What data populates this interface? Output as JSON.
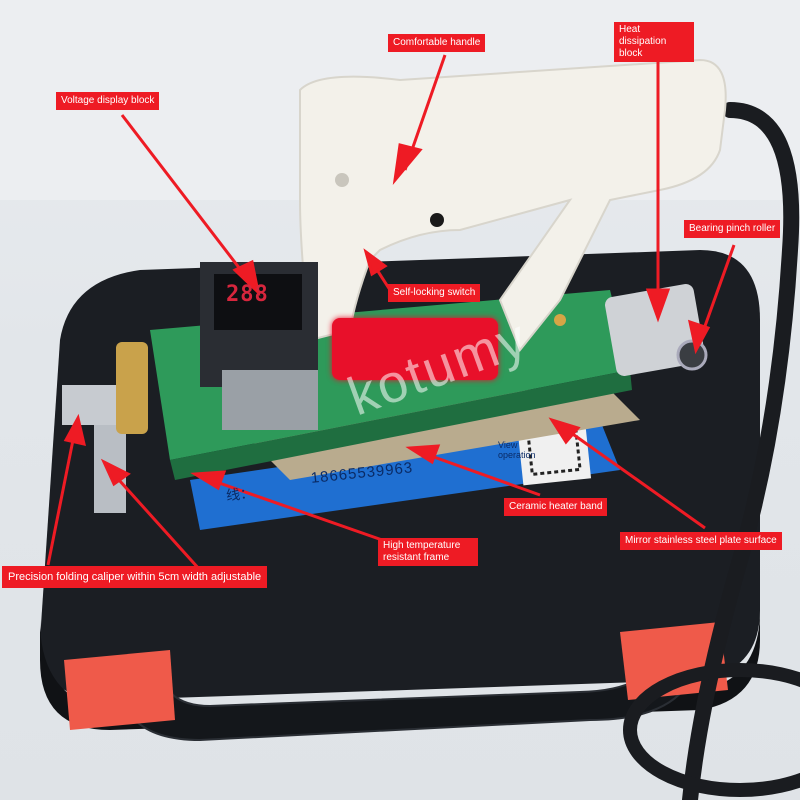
{
  "labels": {
    "comfortable_handle": "Comfortable handle",
    "heat_dissipation": "Heat dissipation block",
    "voltage_display": "Voltage display block",
    "bearing_roller": "Bearing pinch roller",
    "self_locking": "Self-locking switch",
    "ceramic_heater": "Ceramic heater band",
    "mirror_plate": "Mirror stainless steel plate surface",
    "frame": "High temperature resistant frame",
    "caliper": "Precision folding caliper within 5cm width adjustable"
  },
  "scene_text": {
    "watermark": "kotumy",
    "phone": "18665539963",
    "phone_prefix": "线：",
    "qr_caption": "View operation",
    "display_readout": "288"
  },
  "colors": {
    "label_bg": "#ee1b24",
    "case": "#1c1f24",
    "handle": "#f3f1ea",
    "board": "#2e9a5a",
    "sticker": "#1f6fd1",
    "handle_pad": "#ef5a4a"
  }
}
